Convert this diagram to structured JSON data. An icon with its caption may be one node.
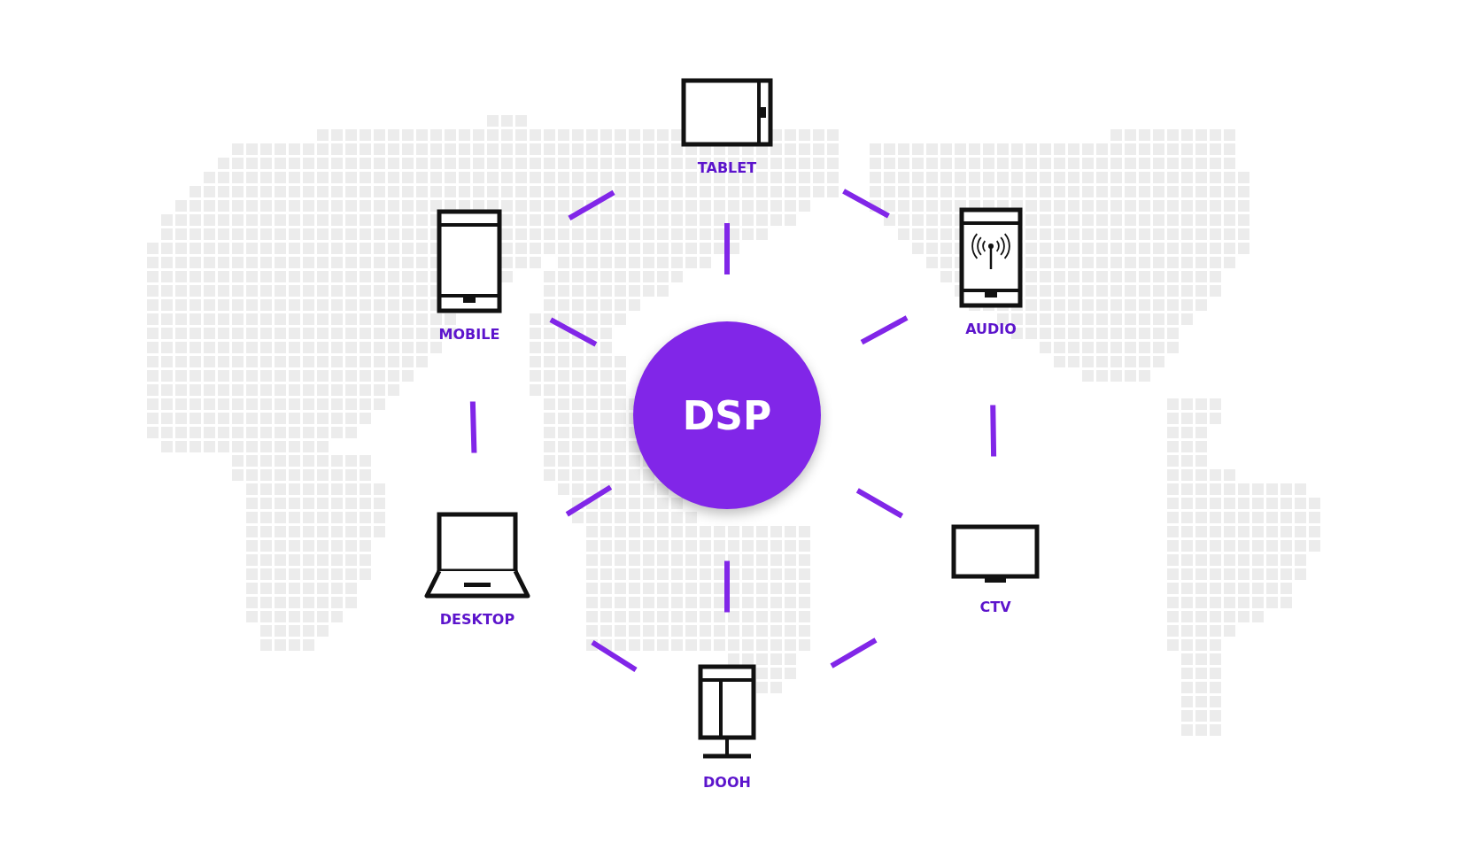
{
  "diagram": {
    "nodes": [
      {
        "text": [
          "TABLET"
        ]
      },
      {
        "text": [
          "MOBILE"
        ]
      },
      {
        "text": [
          "AUDIO"
        ]
      },
      {
        "text": [
          "DSP"
        ]
      },
      {
        "text": [
          "DESKTOP"
        ]
      },
      {
        "text": [
          "CTV"
        ]
      },
      {
        "text": [
          "DOOH"
        ]
      }
    ],
    "edges": [
      {
        "from": 3,
        "to": 0,
        "arrow": "none"
      },
      {
        "from": 3,
        "to": 1,
        "arrow": "none"
      },
      {
        "from": 3,
        "to": 2,
        "arrow": "none"
      },
      {
        "from": 3,
        "to": 4,
        "arrow": "none"
      },
      {
        "from": 3,
        "to": 5,
        "arrow": "none"
      },
      {
        "from": 3,
        "to": 6,
        "arrow": "none"
      },
      {
        "from": 0,
        "to": 1,
        "arrow": "none"
      },
      {
        "from": 0,
        "to": 2,
        "arrow": "none"
      },
      {
        "from": 1,
        "to": 4,
        "arrow": "none"
      },
      {
        "from": 2,
        "to": 5,
        "arrow": "none"
      },
      {
        "from": 4,
        "to": 6,
        "arrow": "none"
      },
      {
        "from": 5,
        "to": 6,
        "arrow": "none"
      }
    ]
  }
}
